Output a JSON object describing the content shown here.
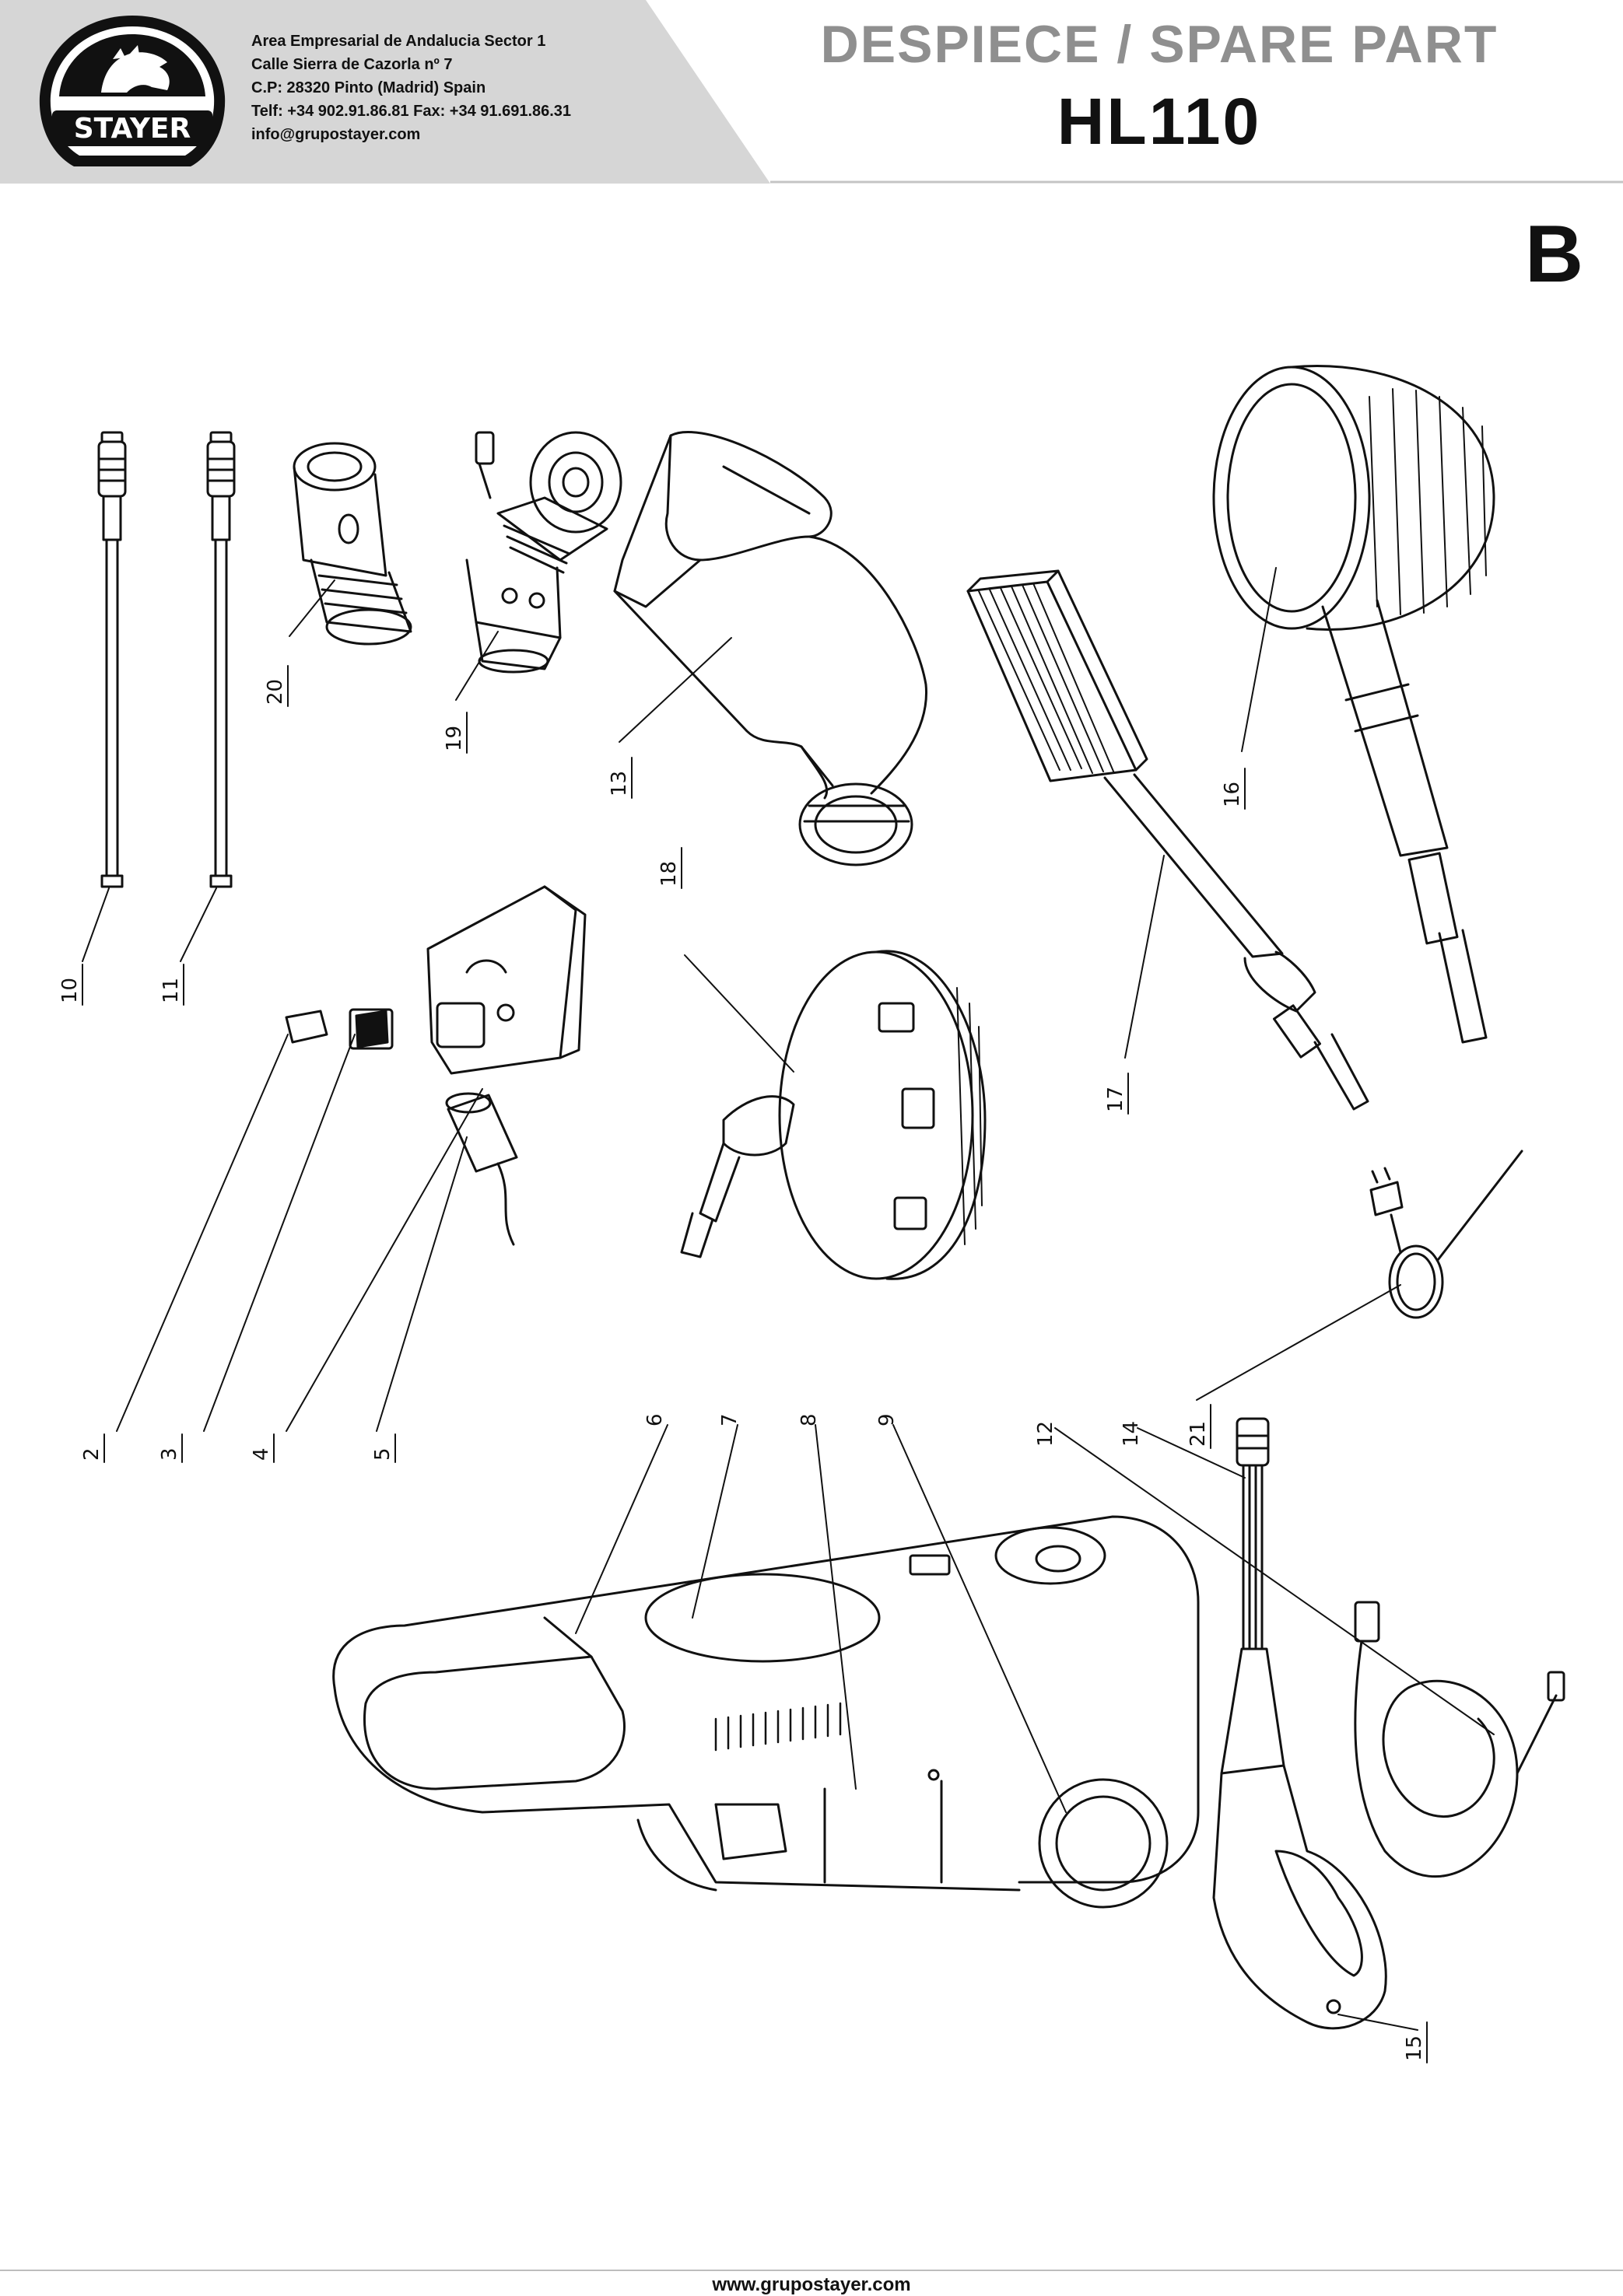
{
  "header": {
    "brand": "STAYER",
    "address_lines": [
      "Area Empresarial de Andalucia Sector 1",
      "Calle Sierra de Cazorla nº 7",
      "C.P: 28320 Pinto (Madrid) Spain",
      "Telf: +34 902.91.86.81 Fax: +34 91.691.86.31",
      "info@grupostayer.com"
    ],
    "title": "DESPIECE / SPARE PART",
    "model": "HL110"
  },
  "section_letter": "B",
  "part_labels": {
    "p2": "2",
    "p3": "3",
    "p4": "4",
    "p5": "5",
    "p6": "6",
    "p7": "7",
    "p8": "8",
    "p9": "9",
    "p10": "10",
    "p11": "11",
    "p12": "12",
    "p13": "13",
    "p14": "14",
    "p15": "15",
    "p16": "16",
    "p17": "17",
    "p18": "18",
    "p19": "19",
    "p20": "20",
    "p21": "21"
  },
  "footer": {
    "url": "www.grupostayer.com"
  },
  "colors": {
    "header_band": "#d6d6d6",
    "title_gray": "#8f8f8f",
    "ink": "#111111"
  }
}
